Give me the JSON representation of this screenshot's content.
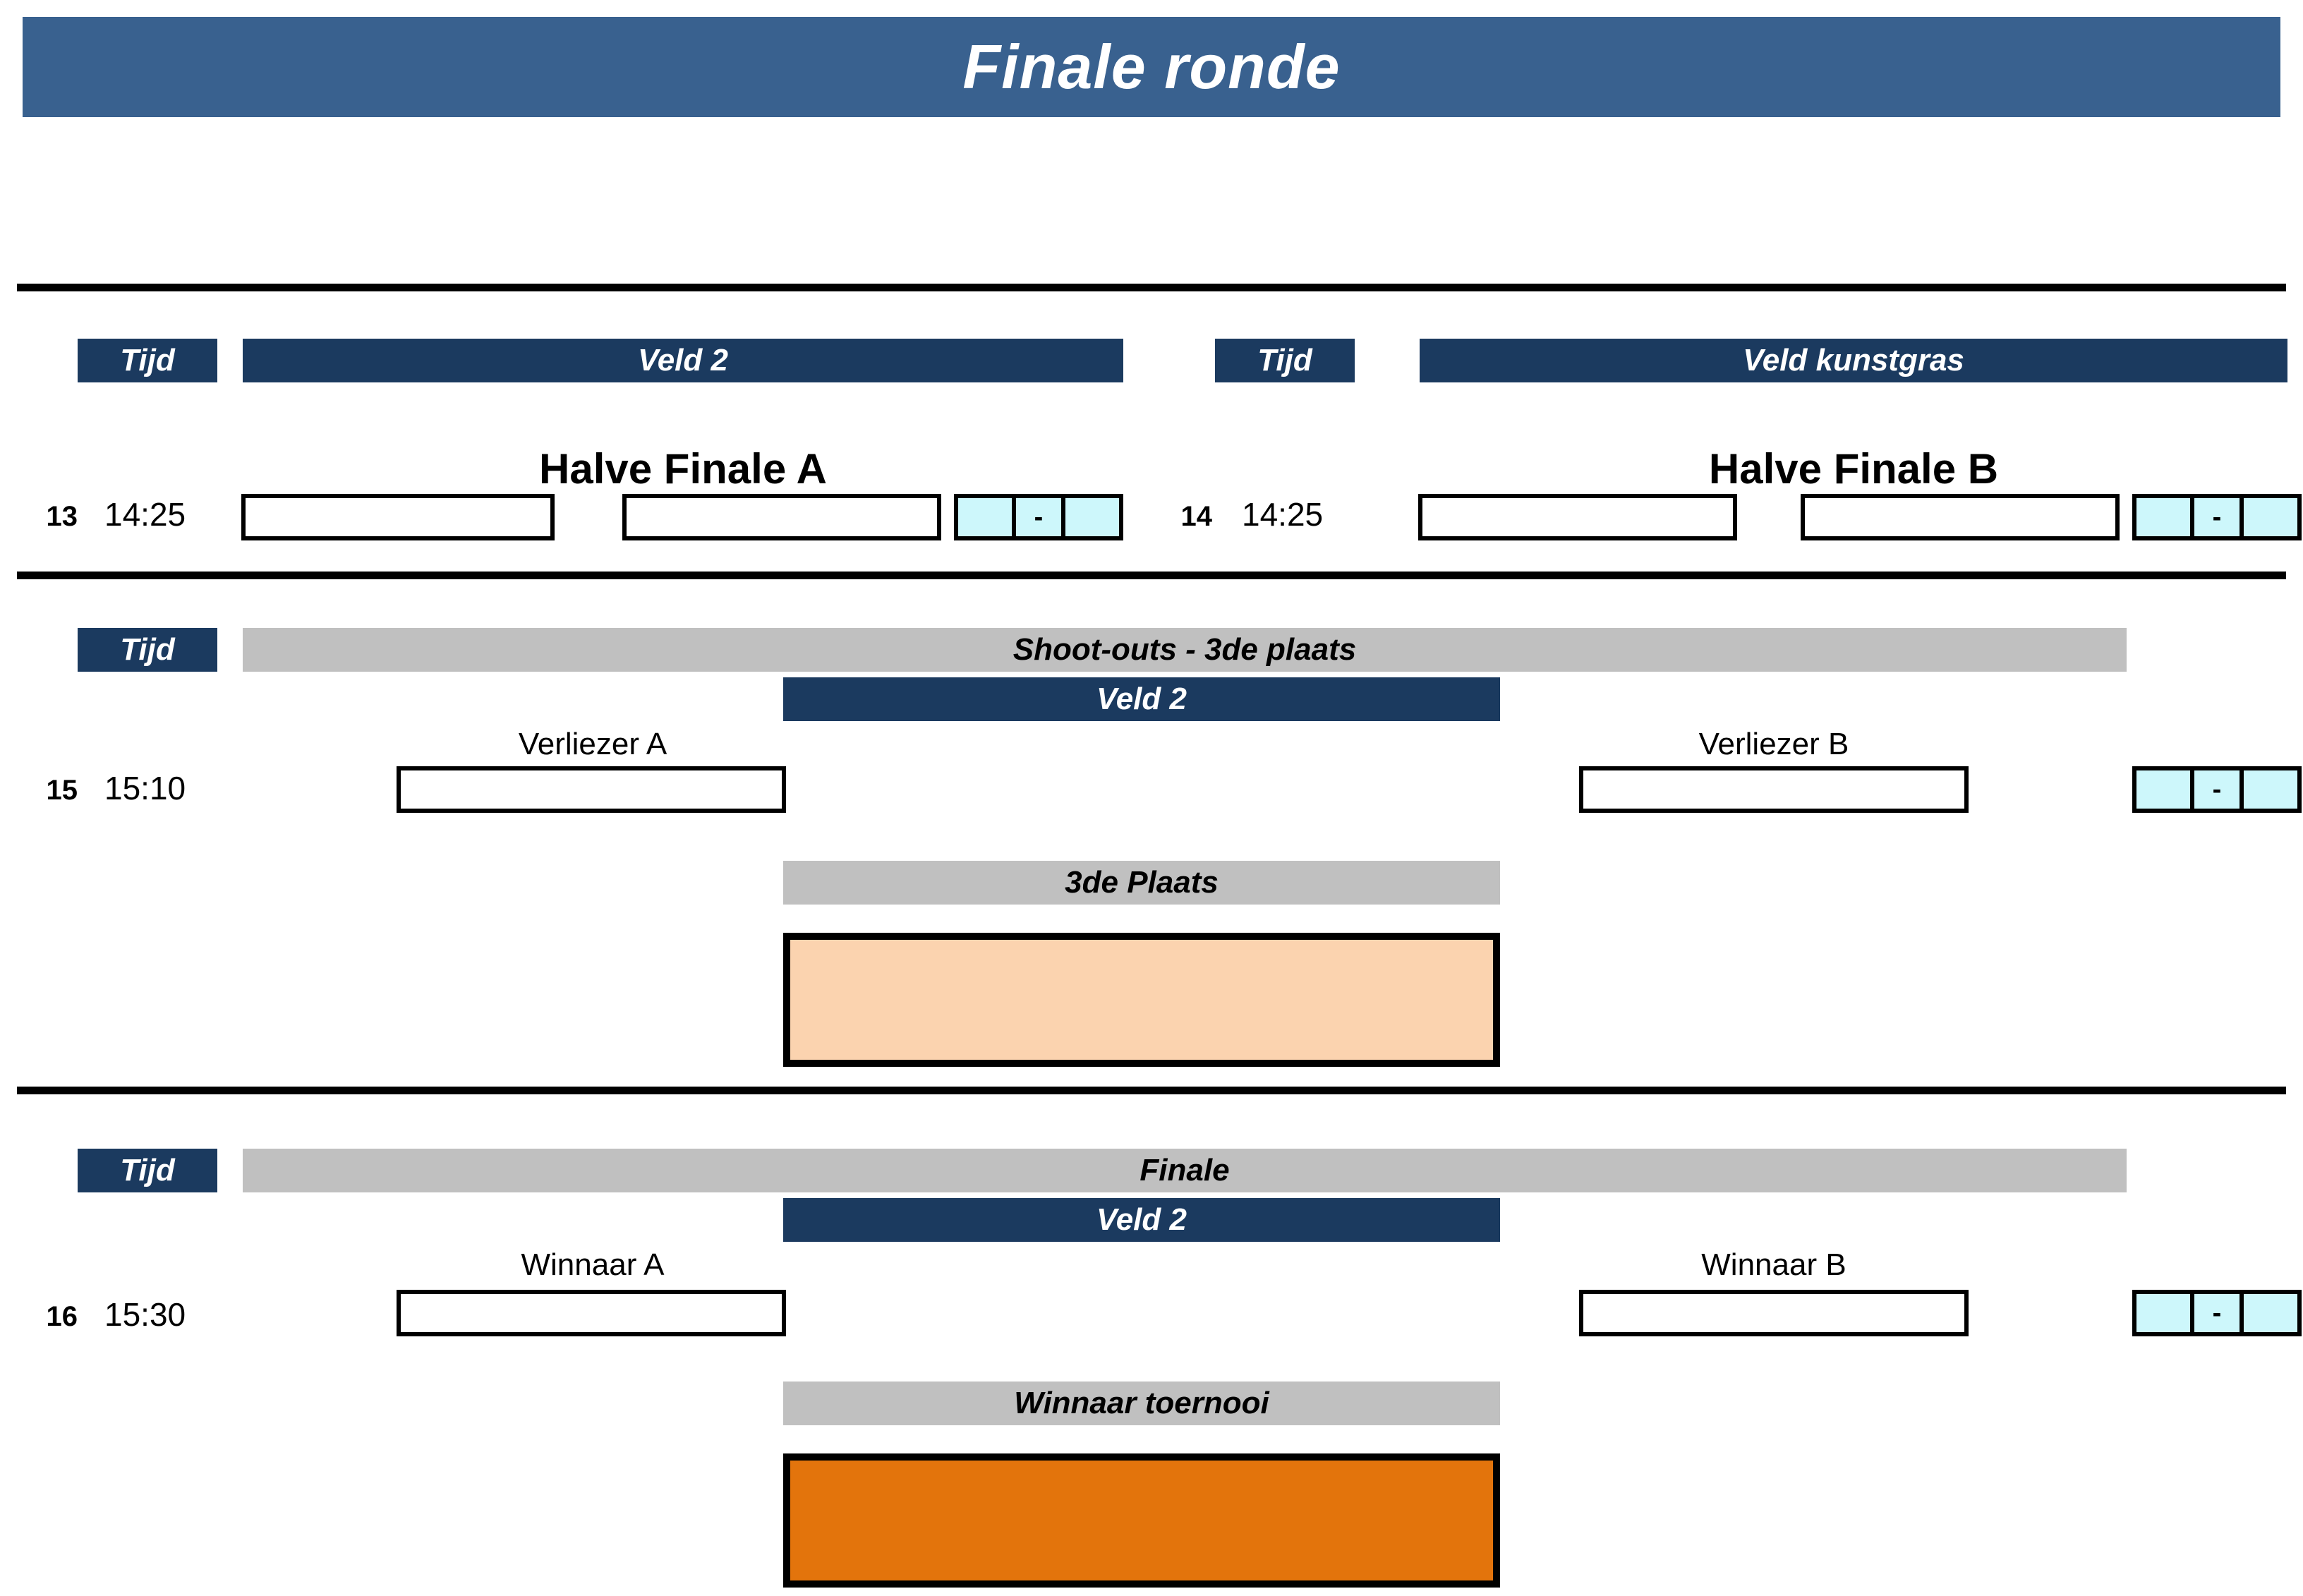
{
  "page": {
    "title": "Finale ronde"
  },
  "columns": {
    "time_label": "Tijd",
    "field_veld2": "Veld 2",
    "field_kunstgras": "Veld kunstgras"
  },
  "sections": [
    {
      "id": "semifinals",
      "left": {
        "time_label": "Tijd",
        "field_label": "Veld 2",
        "stage_caption": "Halve Finale A",
        "match_no": "13",
        "match_time": "14:25",
        "home_team": "",
        "away_team": "",
        "score_home": "",
        "score_sep": "-",
        "score_away": ""
      },
      "right": {
        "time_label": "Tijd",
        "field_label": "Veld kunstgras",
        "stage_caption": "Halve Finale B",
        "match_no": "14",
        "match_time": "14:25",
        "home_team": "",
        "away_team": "",
        "score_home": "",
        "score_sep": "-",
        "score_away": ""
      }
    },
    {
      "id": "third-place",
      "time_label": "Tijd",
      "banner_label": "Shoot-outs - 3de plaats",
      "field_label": "Veld 2",
      "match_no": "15",
      "match_time": "15:10",
      "home_caption": "Verliezer A",
      "away_caption": "Verliezer B",
      "home_team": "",
      "away_team": "",
      "score_home": "",
      "score_sep": "-",
      "score_away": "",
      "result_label": "3de Plaats",
      "result_value": "",
      "result_color": "#fbd3af"
    },
    {
      "id": "final",
      "time_label": "Tijd",
      "banner_label": "Finale",
      "field_label": "Veld 2",
      "match_no": "16",
      "match_time": "15:30",
      "home_caption": "Winnaar A",
      "away_caption": "Winnaar B",
      "home_team": "",
      "away_team": "",
      "score_home": "",
      "score_sep": "-",
      "score_away": "",
      "result_label": "Winnaar toernooi",
      "result_value": "",
      "result_color": "#e3740c"
    }
  ],
  "colors": {
    "title_blue": "#39618f",
    "navy": "#1b3a5f",
    "grey": "#c0c0c0",
    "score_cyan": "#cdf7fb",
    "third_place": "#fbd3af",
    "winner_orange": "#e3740c"
  }
}
